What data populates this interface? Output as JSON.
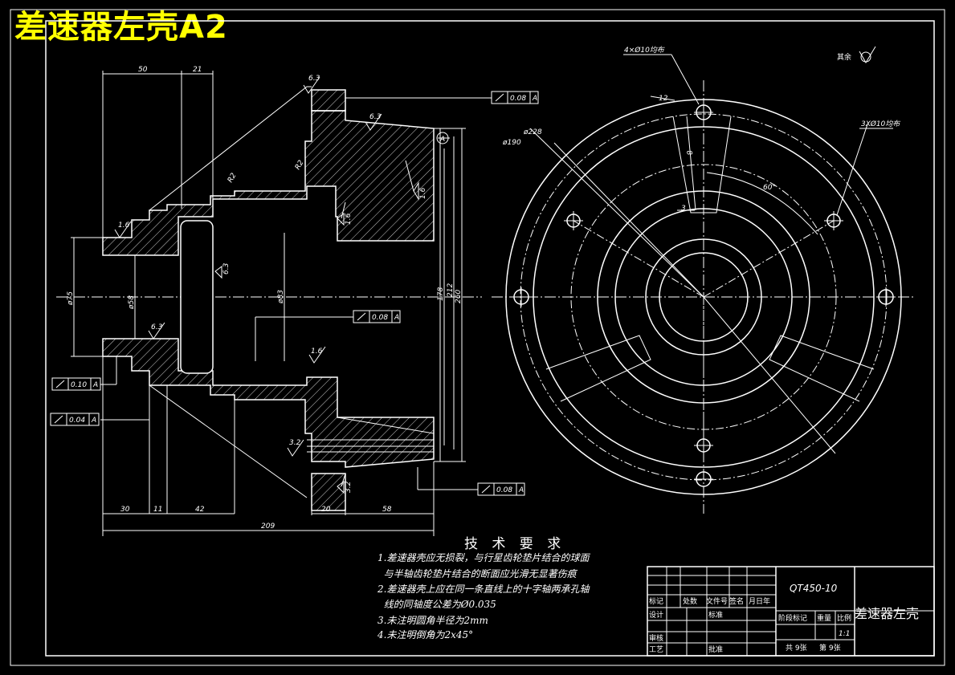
{
  "header": {
    "title": "差速器左壳A2"
  },
  "top_right": {
    "surface_note": "其余"
  },
  "section_view": {
    "dims": {
      "d50": "50",
      "d21": "21",
      "d30": "30",
      "d11": "11",
      "d42": "42",
      "d20": "20",
      "d58": "58",
      "d209": "209",
      "dia75": "ø75",
      "dia58": "ø58",
      "dia83": "ø83",
      "dia178": "178",
      "dia212": "212",
      "dia260": "260"
    },
    "roughness": {
      "r63_top": "6.3",
      "r63_mid": "6.3",
      "r63_inner": "6.3",
      "r63_left": "6.3",
      "r16_left": "1.6",
      "r16_bore": "1.6",
      "r16_step": "1.6",
      "r16_face": "1.6",
      "r32": "3.2",
      "r32b": "3.2"
    },
    "radii": {
      "r2a": "R2",
      "r2b": "R2"
    },
    "tolerances": {
      "t1": "0.08",
      "t2": "0.08",
      "t3": "0.10",
      "t4": "0.04",
      "t5": "0.08",
      "datum": "A"
    },
    "datum_label": "A"
  },
  "front_view": {
    "note_holes4": "4×Ø10均布",
    "note_holes3": "3XØ10均布",
    "dia228": "ø228",
    "dia190": "ø190",
    "dim12": "12",
    "dim8": "8",
    "dim3": "3",
    "angle60": "60°"
  },
  "tech_requirements": {
    "title": "技 术 要 求",
    "lines": [
      "1.差速器壳应无损裂，与行星齿轮垫片结合的球面",
      "  与半轴齿轮垫片结合的断面应光滑无显著伤痕",
      "2.差速器壳上应在同一条直线上的十字轴两承孔轴",
      "  线的同轴度公差为Ø0.035",
      "3.未注明圆角半径为2mm",
      "4.未注明倒角为2x45°"
    ]
  },
  "title_block": {
    "material": "QT450-10",
    "part_name": "差速器左壳",
    "scale": "1:1",
    "sheets": "共 9张",
    "sheet_no": "第 9张",
    "labels": {
      "mark": "标记",
      "count": "处数",
      "file_no": "文件号",
      "sign": "签名",
      "date": "月日年",
      "design": "设计",
      "standard": "标准",
      "stage": "阶段标记",
      "weight": "重量",
      "ratio": "比例",
      "review": "审核",
      "process": "工艺",
      "approve": "批准"
    }
  }
}
